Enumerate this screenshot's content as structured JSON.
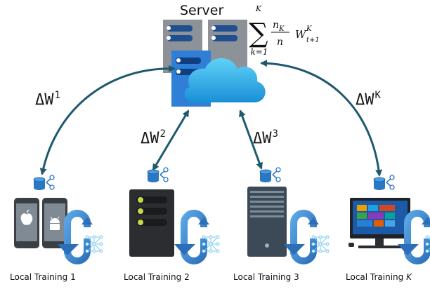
{
  "server": {
    "title": "Server",
    "formula": {
      "sum_upper": "K",
      "sum_lower": "k=1",
      "numerator": "n",
      "numerator_sub": "K",
      "denominator": "n",
      "term": "W",
      "term_sup": "K",
      "term_sub": "t+1"
    }
  },
  "updates": [
    {
      "base": "ΔW",
      "sup": "1"
    },
    {
      "base": "ΔW",
      "sup": "2"
    },
    {
      "base": "ΔW",
      "sup": "3"
    },
    {
      "base": "ΔW",
      "sup": "K"
    }
  ],
  "clients": [
    {
      "label": "Local Training 1",
      "device": "phone-pair"
    },
    {
      "label": "Local Training 2",
      "device": "server-tower"
    },
    {
      "label": "Local Training 3",
      "device": "pc-tower"
    },
    {
      "label": "Local Training ",
      "label_italic": "K",
      "device": "desktop"
    }
  ],
  "colors": {
    "arrow": "#1e5a6e",
    "loop": "#3b8bd0",
    "cloud": "#35b4ea",
    "server_box": "#8d9298",
    "server_front": "#2f7fd6",
    "database": "#2a78c4"
  }
}
